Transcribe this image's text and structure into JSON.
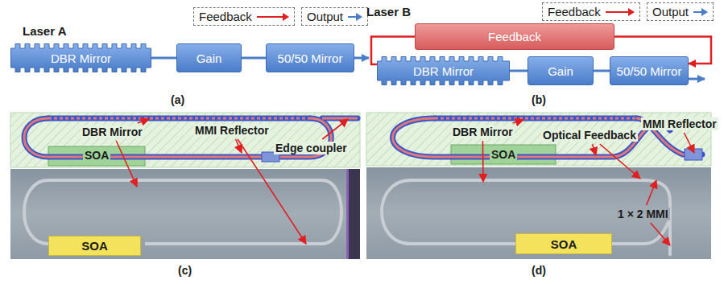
{
  "diagram": {
    "nodes": [
      {
        "text": [
          "DBR Mirror"
        ]
      },
      {
        "text": [
          "Gain"
        ]
      },
      {
        "text": [
          "50/50 Mirror"
        ]
      },
      {
        "text": [
          "Feedback"
        ]
      },
      {
        "text": [
          "DBR Mirror"
        ]
      },
      {
        "text": [
          "Gain"
        ]
      },
      {
        "text": [
          "50/50 Mirror"
        ]
      },
      {
        "text": [
          "SOA"
        ]
      },
      {
        "text": [
          "SOA"
        ]
      }
    ],
    "edges": [
      {
        "from": 0,
        "to": 1,
        "arrow": "none"
      },
      {
        "from": 1,
        "to": 2,
        "arrow": "none"
      },
      {
        "from": 4,
        "to": 5,
        "arrow": "none"
      },
      {
        "from": 5,
        "to": 6,
        "arrow": "none"
      },
      {
        "from": 4,
        "to": 3,
        "arrow": "none"
      },
      {
        "from": 3,
        "to": 6,
        "arrow": "to"
      }
    ],
    "labels": [
      "Laser A",
      "(a)",
      "Laser B",
      "(b)",
      "DBR Mirror",
      "SOA",
      "MMI Reflector",
      "Edge coupler",
      "(c)",
      "DBR Mirror",
      "Optical Feedback",
      "MMI Reflector",
      "SOA",
      "1 × 2 MMI",
      "(d)"
    ],
    "legend": [
      {
        "text": "Feedback"
      },
      {
        "text": "Output"
      },
      {
        "text": "Feedback"
      },
      {
        "text": "Output"
      }
    ]
  }
}
